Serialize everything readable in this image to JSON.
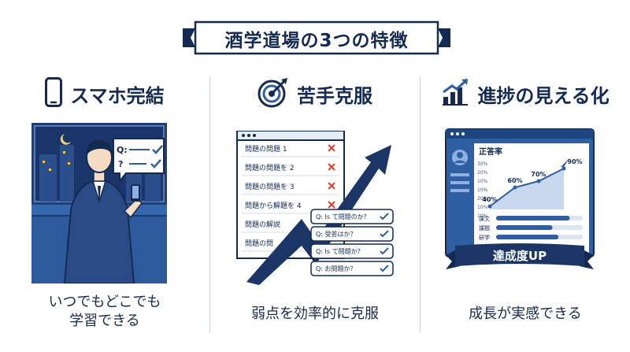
{
  "title": "酒学道場の3つの特徴",
  "features": [
    {
      "heading": "スマホ完結",
      "icon": "smartphone-icon",
      "bubble_lines": [
        "Q:",
        "?"
      ],
      "caption_lines": [
        "いつでもどこでも",
        "学習できる"
      ]
    },
    {
      "heading": "苦手克服",
      "icon": "target-icon",
      "problems": [
        "問題の問題 1",
        "問題の問題を 2",
        "問題の問題を 3",
        "問題から解題を 4",
        "問題の解説",
        "問題の問"
      ],
      "quiz": [
        "Q: Is て問題のか？",
        "Q: 受答はか？",
        "Q: Is て問題か？",
        "Q: お問題か？"
      ],
      "caption_lines": [
        "弱点を効率的に克服"
      ]
    },
    {
      "heading": "進捗の見える化",
      "icon": "growth-chart-icon",
      "panel_title": "正答率",
      "axis_ticks": [
        "30%",
        "20%",
        "10%",
        "10%",
        "20%",
        "10%",
        "10%"
      ],
      "points": [
        {
          "label": "40%"
        },
        {
          "label": "60%"
        },
        {
          "label": "70%"
        },
        {
          "label": "90%"
        }
      ],
      "bars": [
        {
          "label": "課文",
          "value": 0.85
        },
        {
          "label": "課題",
          "value": 0.65
        },
        {
          "label": "研学",
          "value": 0.72
        }
      ],
      "ribbon": "達成度UP",
      "caption_lines": [
        "成長が実感できる"
      ]
    }
  ],
  "colors": {
    "navy": "#142a52",
    "blue": "#2e5fa3",
    "accent_red": "#e0402c"
  }
}
